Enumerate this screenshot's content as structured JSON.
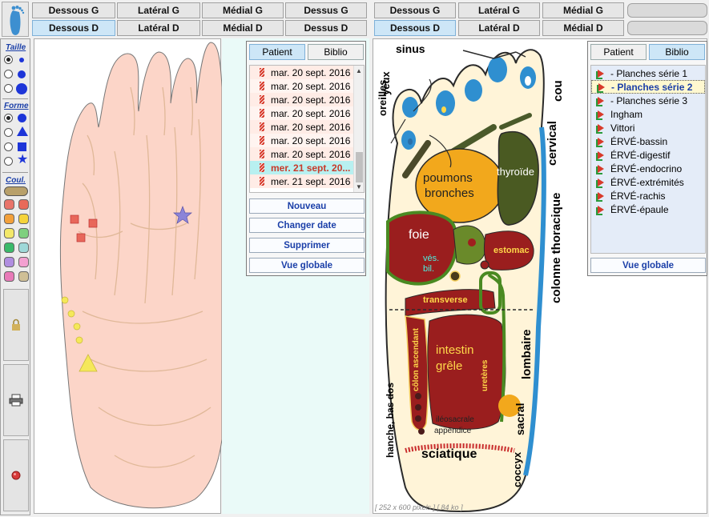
{
  "top_tabs_left": {
    "row1": [
      "Dessous G",
      "Latéral G",
      "Médial G",
      "Dessus G"
    ],
    "row2": [
      "Dessous D",
      "Latéral D",
      "Médial D",
      "Dessus D"
    ]
  },
  "top_tabs_right": {
    "row1": [
      "Dessous G",
      "Latéral G",
      "Médial G"
    ],
    "row2": [
      "Dessous D",
      "Latéral D",
      "Médial D"
    ]
  },
  "toolbar": {
    "taille_label": "Taille",
    "forme_label": "Forme",
    "couleur_label": "Coul.",
    "swatches": [
      "#e8746a",
      "#e86a5a",
      "#f3a03a",
      "#f5d33a",
      "#f3e86a",
      "#7ed07e",
      "#3aba6a",
      "#9ed8d8",
      "#b08ee0",
      "#f3a0d0",
      "#e87ab8",
      "#cfbf96",
      "#c8b080"
    ]
  },
  "session_panel": {
    "tab_patient": "Patient",
    "tab_biblio": "Biblio",
    "dates": [
      "mar. 20 sept. 2016",
      "mar. 20 sept. 2016",
      "mar. 20 sept. 2016",
      "mar. 20 sept. 2016",
      "mar. 20 sept. 2016",
      "mar. 20 sept. 2016",
      "mar. 20 sept. 2016",
      "mer. 21 sept. 20...",
      "mer. 21 sept. 2016"
    ],
    "selected_index": 7,
    "btn_nouveau": "Nouveau",
    "btn_changer_date": "Changer date",
    "btn_supprimer": "Supprimer",
    "btn_vue_globale": "Vue globale"
  },
  "biblio_panel": {
    "tab_patient": "Patient",
    "tab_biblio": "Biblio",
    "items": [
      "- Planches série 1",
      "- Planches série 2",
      "- Planches série 3",
      "Ingham",
      "Vittori",
      "ÉRVÉ-bassin",
      "ÉRVÉ-digestif",
      "ÉRVÉ-endocrino",
      "ÉRVÉ-extrémités",
      "ÉRVÉ-rachis",
      "ÉRVÉ-épaule"
    ],
    "selected_index": 1,
    "btn_vue_globale": "Vue globale"
  },
  "chart_labels": {
    "sinus": "sinus",
    "yeux": "yeux",
    "oreilles": "oreilles",
    "poumons": "poumons",
    "bronches": "bronches",
    "thyroide": "thyroïde",
    "cou": "cou",
    "cervical": "cervical",
    "colonne_thoracique": "colonne thoracique",
    "foie": "foie",
    "estomac": "estomac",
    "ves_bil_1": "vés.",
    "ves_bil_2": "bil.",
    "transverse": "transverse",
    "colon_ascendant": "côlon ascendant",
    "intestin": "intestin",
    "grele": "grêle",
    "ureteres": "uretères",
    "lombaire": "lombaire",
    "hanche": "hanche, bas dos",
    "ileosacrale": "iléosacrale",
    "appendice": "appendice",
    "sacral": "sacral",
    "coccyx": "coccyx",
    "sciatique": "sciatique"
  },
  "image_caption": "[ 252 x 600 pixels ] [ 84 ko ]"
}
